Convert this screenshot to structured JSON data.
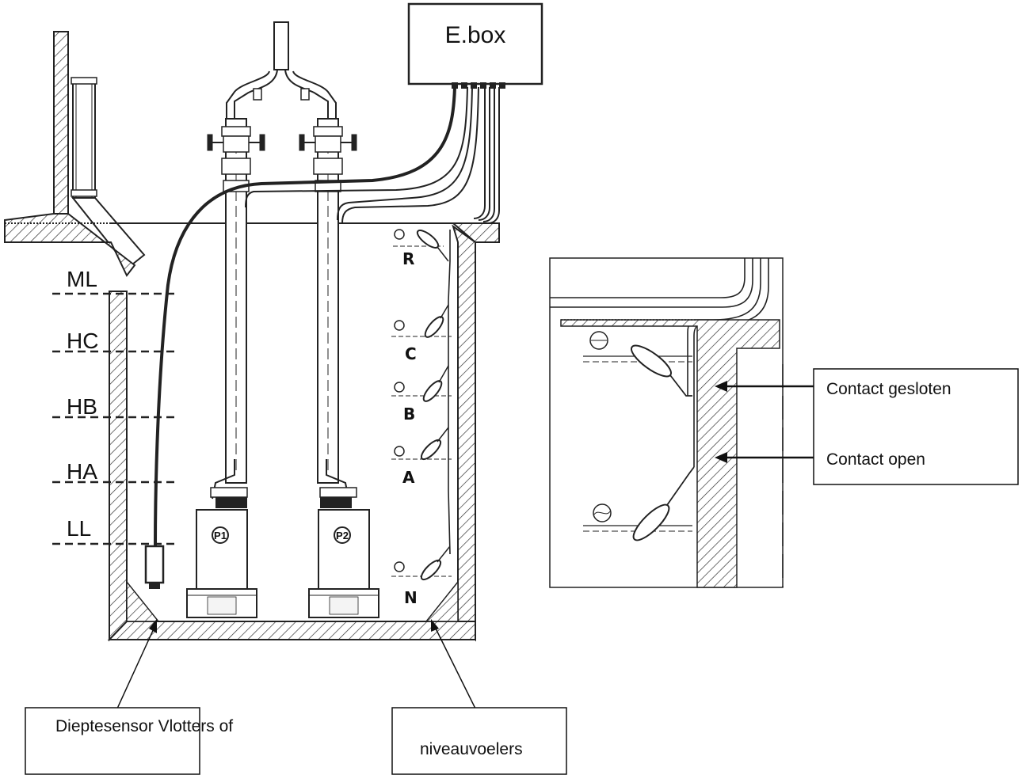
{
  "header_text": "",
  "ebox_label": "E.box",
  "levels": [
    "ML",
    "HC",
    "HB",
    "HA",
    "LL"
  ],
  "floats": [
    "R",
    "C",
    "B",
    "A",
    "N"
  ],
  "pumps": [
    "P1",
    "P2"
  ],
  "callouts": {
    "depth_sensor": "Dieptesensor Vlotters of",
    "level_sensors": "niveauvoelers",
    "contact_closed": "Contact gesloten",
    "contact_open": "Contact open"
  }
}
